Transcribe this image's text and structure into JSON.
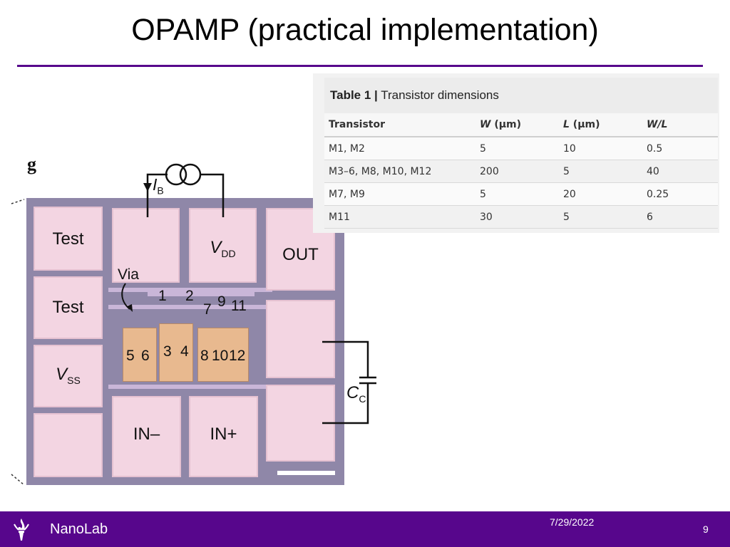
{
  "slide": {
    "title": "OPAMP (practical implementation)",
    "accent_color": "#57068c"
  },
  "figure": {
    "panel_letter": "g",
    "via_label": "Via",
    "ib_label": {
      "main": "I",
      "sub": "B"
    },
    "cc_label": {
      "main": "C",
      "sub": "C"
    },
    "pads": {
      "test1": "Test",
      "test2": "Test",
      "vdd": {
        "main": "V",
        "sub": "DD"
      },
      "out": "OUT",
      "vss": {
        "main": "V",
        "sub": "SS"
      },
      "in_minus": "IN–",
      "in_plus": "IN+"
    },
    "transistor_numbers": {
      "n1": "1",
      "n2": "2",
      "n7": "7",
      "n9": "9",
      "n11": "11",
      "n5": "5",
      "n6": "6",
      "n3": "3",
      "n4": "4",
      "n8": "8",
      "n10": "10",
      "n12": "12"
    },
    "icons": [
      "current-source-icon",
      "capacitor-icon",
      "via-arrow-icon"
    ]
  },
  "table": {
    "title_bold": "Table 1 |",
    "title_rest": " Transistor dimensions",
    "headers": [
      {
        "main": "Transistor",
        "unit": ""
      },
      {
        "main": "W",
        "unit": " (μm)"
      },
      {
        "main": "L",
        "unit": " (μm)"
      },
      {
        "main": "W/L",
        "unit": ""
      }
    ],
    "rows": [
      [
        "M1, M2",
        "5",
        "10",
        "0.5"
      ],
      [
        "M3–6, M8, M10, M12",
        "200",
        "5",
        "40"
      ],
      [
        "M7, M9",
        "5",
        "20",
        "0.25"
      ],
      [
        "M11",
        "30",
        "5",
        "6"
      ]
    ]
  },
  "footer": {
    "name": "NanoLab",
    "date": "7/29/2022",
    "page": "9",
    "logo_icon": "torch-logo-icon"
  }
}
